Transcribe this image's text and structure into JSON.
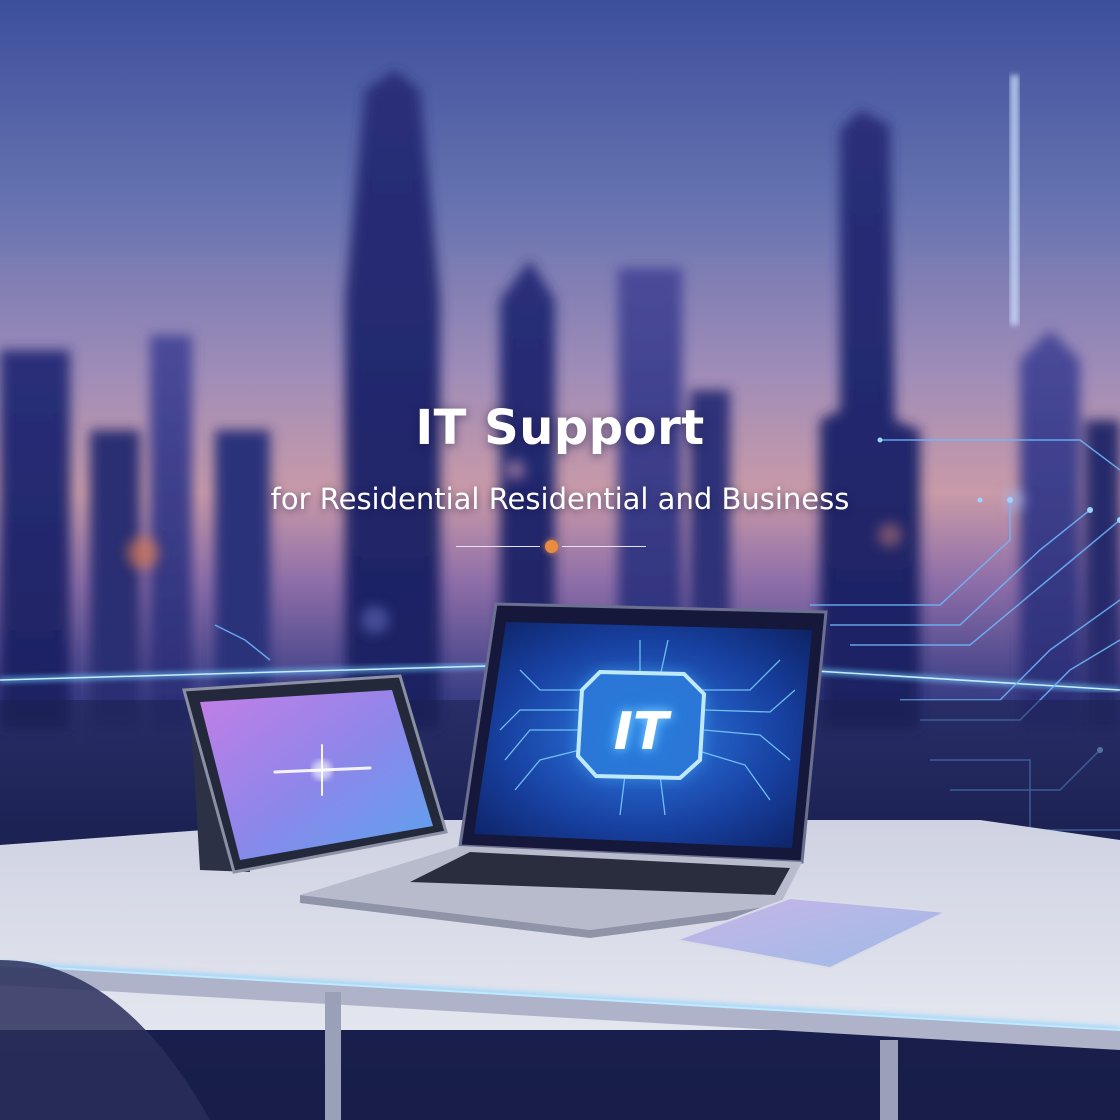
{
  "hero": {
    "title": "IT Support",
    "subtitle": "for Residential Residential and Business",
    "divider_dot_color": "#e98c3f"
  },
  "laptop_screen": {
    "label": "IT",
    "glow_color": "#4fc3ff"
  },
  "colors": {
    "sky_top": "#3c4f9c",
    "sky_horizon": "#c99aa8",
    "desk": "#d8dbe8",
    "neon_accent": "#5ab8ff"
  }
}
